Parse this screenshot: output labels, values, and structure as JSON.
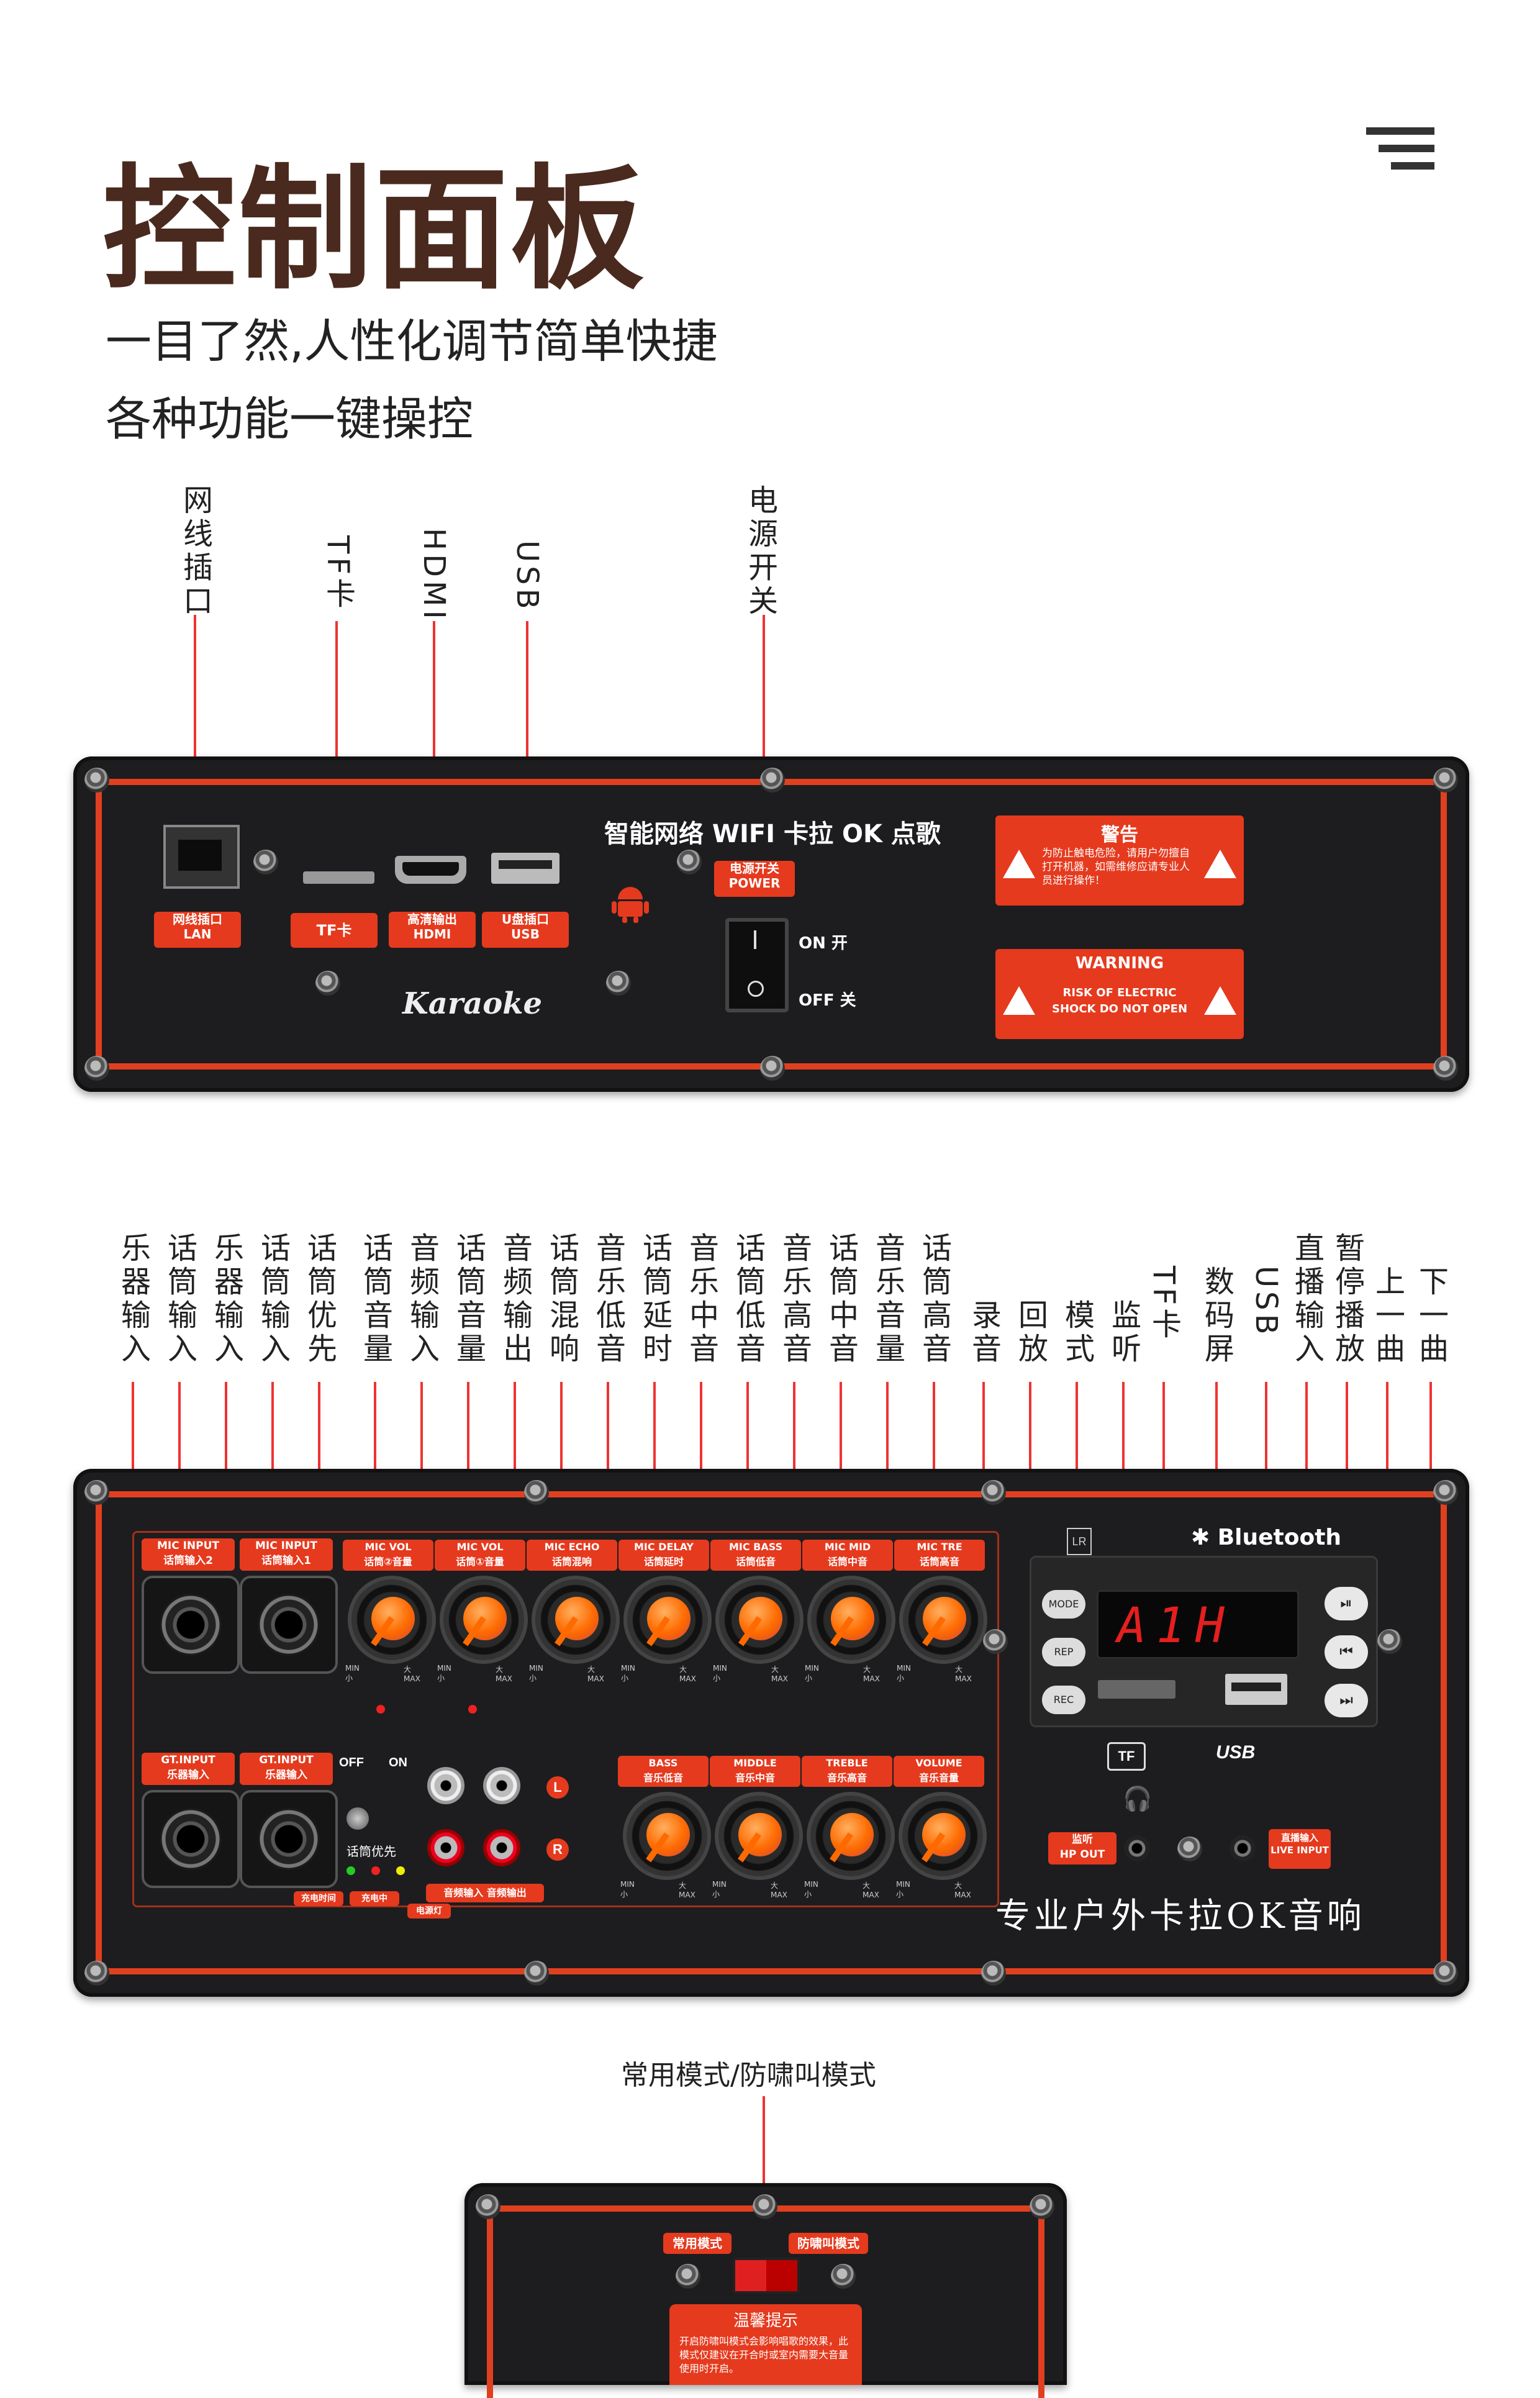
{
  "header": {
    "title": "控制面板",
    "subtitle_1": "一目了然,人性化调节简单快捷",
    "subtitle_2": "各种功能一键操控",
    "menu_icon": "menu-lines-icon"
  },
  "top_panel": {
    "callouts": [
      "网线插口",
      "TF卡",
      "HDMI",
      "USB",
      "电源开关"
    ],
    "brand_title": "智能网络 WIFI 卡拉 OK 点歌",
    "lan_tag": "网线插口\nLAN",
    "tf_tag": "TF卡",
    "hdmi_tag": "高清输出\nHDMI",
    "usb_tag": "U盘插口\nUSB",
    "power_tag": "电源开关\nPOWER",
    "on_label": "ON 开",
    "off_label": "OFF 关",
    "logo_text": "Karaoke",
    "warning_cn_title": "警告",
    "warning_cn_text": "为防止触电危险，请用户勿擅自打开机器，如需维修应请专业人员进行操作！",
    "warning_en_title": "WARNING",
    "warning_en_text": "RISK OF ELECTRIC SHOCK DO NOT OPEN"
  },
  "main_panel": {
    "callouts": [
      "乐器输入",
      "话筒输入",
      "乐器输入",
      "话筒输入",
      "话筒优先",
      "话筒音量",
      "音频输入",
      "话筒音量",
      "音频输出",
      "话筒混响",
      "音乐低音",
      "话筒延时",
      "音乐中音",
      "话筒低音",
      "音乐高音",
      "话筒中音",
      "音乐音量",
      "话筒高音",
      "录音",
      "回放",
      "模式",
      "监听",
      "TF卡",
      "数码屏",
      "USB",
      "直播输入",
      "暂停播放",
      "上一曲",
      "下一曲"
    ],
    "mic_input_2": "MIC INPUT\n话筒输入2",
    "mic_input_1": "MIC INPUT\n话筒输入1",
    "gt_input_2": "GT.INPUT\n乐器输入",
    "gt_input_1": "GT.INPUT\n乐器输入",
    "top_knobs": [
      "MIC VOL\n话筒②音量",
      "MIC VOL\n话筒①音量",
      "MIC ECHO\n话筒混响",
      "MIC DELAY\n话筒延时",
      "MIC BASS\n话筒低音",
      "MIC MID\n话筒中音",
      "MIC TRE\n话筒高音"
    ],
    "bottom_knobs": [
      "BASS\n音乐低音",
      "MIDDLE\n音乐中音",
      "TREBLE\n音乐高音",
      "VOLUME\n音乐音量"
    ],
    "scale_min": "MIN小",
    "scale_max": "大MAX",
    "off_label": "OFF",
    "on_label": "ON",
    "priority_label": "话筒优先",
    "audio_io_tag": "音频输入 音频输出",
    "rca_left": "L",
    "rca_right": "R",
    "mode_btn": "MODE",
    "rep_btn": "REP",
    "rec_btn": "REC",
    "display_text": "A1H",
    "bluetooth_label": "Bluetooth",
    "tf_logo": "TF",
    "usb_logo": "USB",
    "hp_out_tag": "监听\nHP OUT",
    "live_input_tag": "直播输入\nLIVE INPUT",
    "slogan": "专业户外卡拉OK音响",
    "led_labels": [
      "充电时间",
      "充电中",
      "电源灯"
    ]
  },
  "bottom_panel": {
    "callout": "常用模式/防啸叫模式",
    "normal_mode_tag": "常用模式",
    "anti_howl_tag": "防啸叫模式",
    "tip_title": "温馨提示",
    "tip_text": "开启防啸叫模式会影响唱歌的效果，此模式仅建议在开合时或室内需要大音量使用时开启。"
  },
  "colors": {
    "accent_red": "#e04020",
    "panel_black": "#1d1d1f",
    "knob_orange": "#ff6a00",
    "title_brown": "#4a2a1e"
  }
}
